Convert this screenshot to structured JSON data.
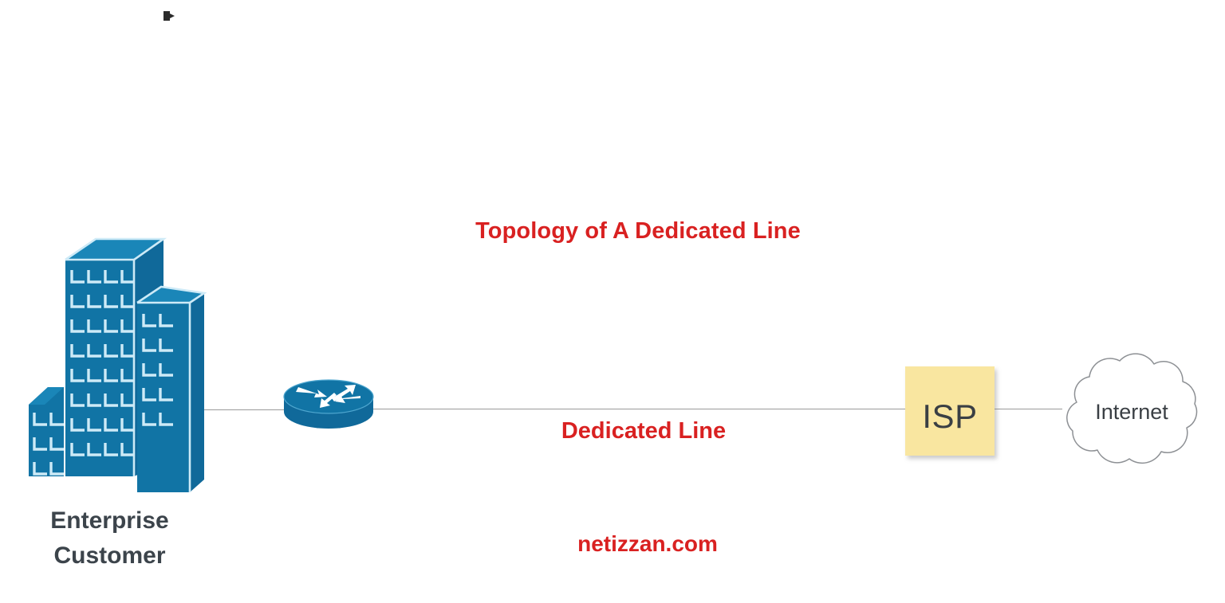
{
  "diagram": {
    "title": "Topology of A Dedicated Line",
    "watermark": "netizzan.com",
    "background_color": "#ffffff",
    "accent_red": "#d92121",
    "node_blue": "#1174a5",
    "isp_yellow": "#f9e6a0",
    "text_dark": "#3a3f44",
    "wire_gray": "#9a9a9a"
  },
  "nodes": {
    "enterprise": {
      "label_line1": "Enterprise",
      "label_line2": "Customer",
      "icon": "office-buildings-icon",
      "buildings": [
        {
          "name": "small-left-building",
          "window_columns": 2,
          "window_rows": 3
        },
        {
          "name": "tall-center-building",
          "window_columns": 4,
          "window_rows": 8
        },
        {
          "name": "medium-right-building",
          "window_columns": 2,
          "window_rows": 5
        }
      ]
    },
    "router": {
      "label": "",
      "icon": "router-icon",
      "arrow_count": 4
    },
    "isp": {
      "label": "ISP",
      "icon": "isp-box-icon"
    },
    "internet": {
      "label": "Internet",
      "icon": "cloud-icon"
    }
  },
  "links": [
    {
      "name": "building-to-router",
      "label": ""
    },
    {
      "name": "router-to-isp",
      "label": "Dedicated Line"
    },
    {
      "name": "isp-to-internet",
      "label": ""
    }
  ],
  "cursor": {
    "name": "cursor-marker",
    "shape": "right-pointing-arrow"
  }
}
